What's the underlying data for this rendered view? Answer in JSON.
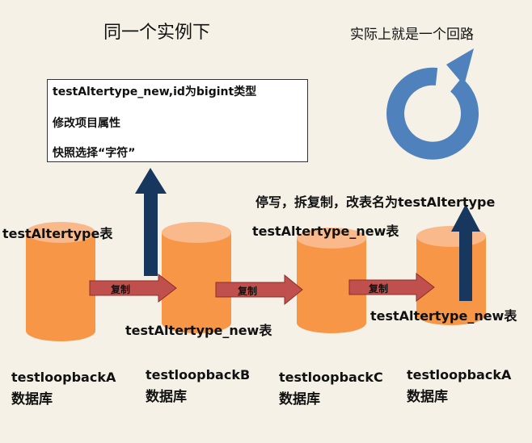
{
  "title": "同一个实例下",
  "loop_label": "实际上就是一个回路",
  "note": {
    "line1": "testAltertype_new,id为bigint类型",
    "line2": "修改项目属性",
    "line3": "快照选择“字符”"
  },
  "step_label": "停写，拆复制，改表名为testAltertype",
  "tables": {
    "a": "testAltertype表",
    "b": "testAltertype_new表",
    "c": "testAltertype_new表",
    "d": "testAltertype_new表"
  },
  "copy_label": "复制",
  "databases": [
    {
      "name": "testloopbackA",
      "sub": "数据库"
    },
    {
      "name": "testloopbackB",
      "sub": "数据库"
    },
    {
      "name": "testloopbackC",
      "sub": "数据库"
    },
    {
      "name": "testloopbackA",
      "sub": "数据库"
    }
  ],
  "colors": {
    "cylinder": "#f79646",
    "copy_arrow": "#c0504d",
    "up_arrow": "#17375e",
    "loop_arrow": "#4f81bd",
    "background": "#f5f1e6"
  }
}
